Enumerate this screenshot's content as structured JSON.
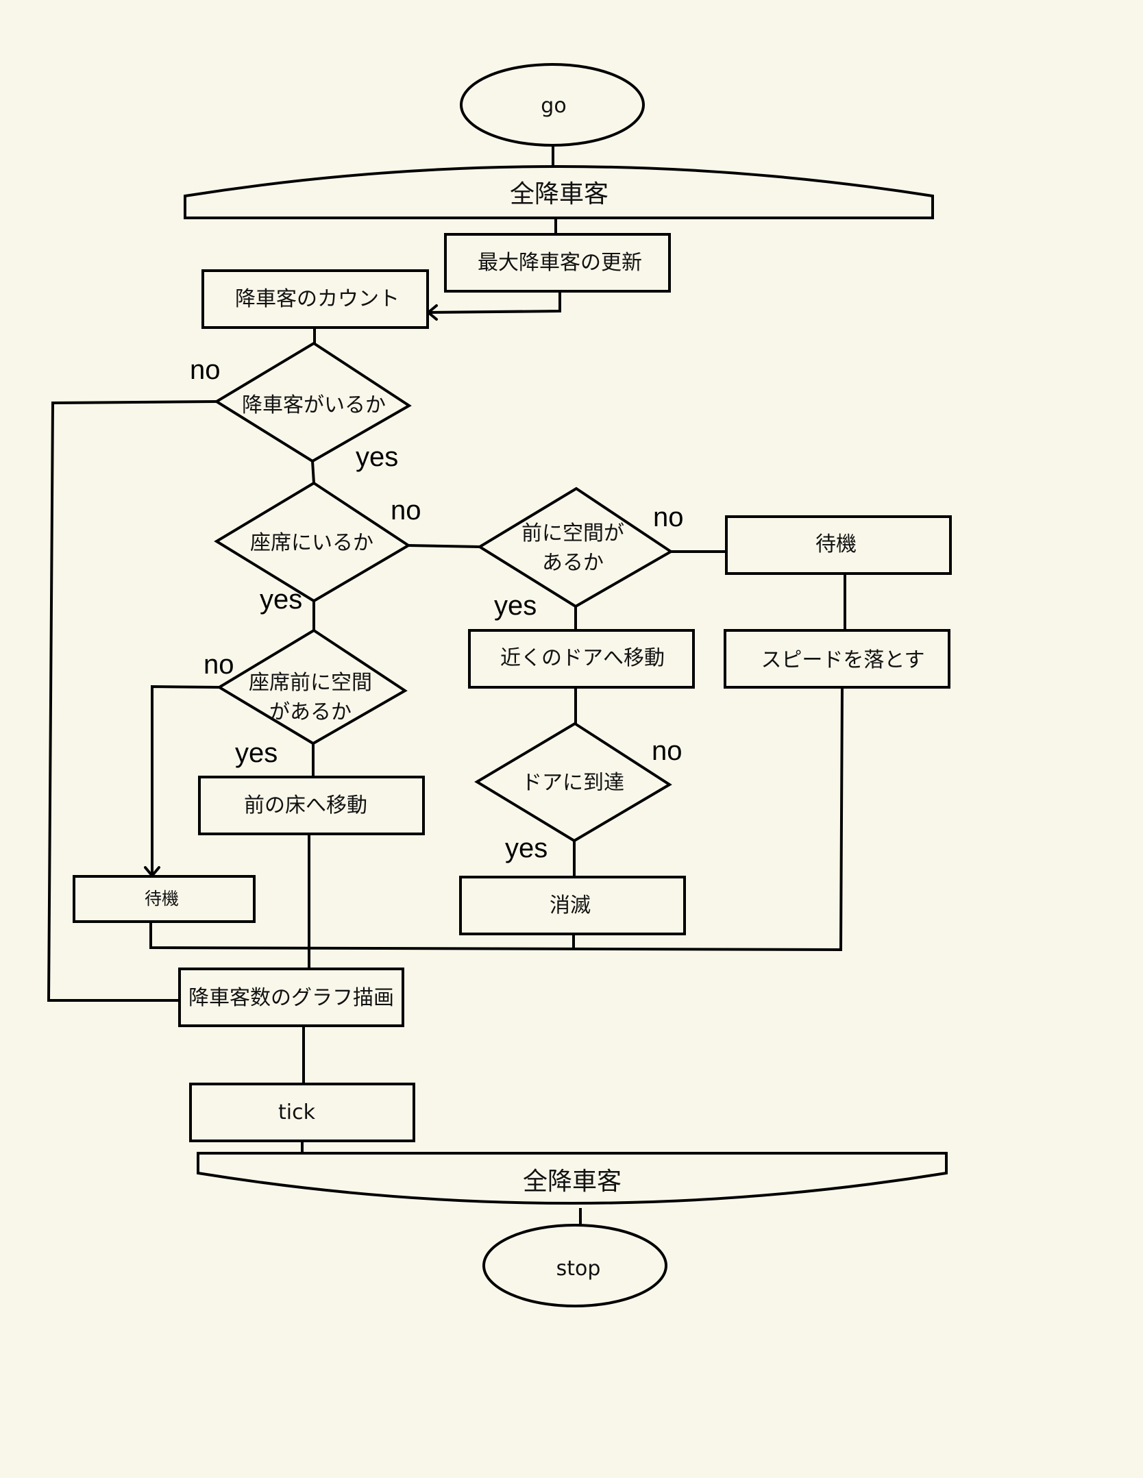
{
  "nodes": {
    "go": "go",
    "loop_start": "全降車客",
    "update_max": "最大降車客の更新",
    "count": "降車客のカウント",
    "has_passenger": "降車客がいるか",
    "in_seat": "座席にいるか",
    "space_ahead_line1": "前に空間が",
    "space_ahead_line2": "あるか",
    "wait_right": "待機",
    "seat_space_line1": "座席前に空間",
    "seat_space_line2": "があるか",
    "move_near_door": "近くのドアへ移動",
    "slow_down": "スピードを落とす",
    "move_front_floor": "前の床へ移動",
    "reached_door": "ドアに到達",
    "wait_left": "待機",
    "vanish": "消滅",
    "draw_graph": "降車客数のグラフ描画",
    "tick": "tick",
    "loop_end": "全降車客",
    "stop": "stop"
  },
  "labels": {
    "has_passenger_no": "no",
    "has_passenger_yes": "yes",
    "in_seat_no": "no",
    "in_seat_yes": "yes",
    "space_ahead_no": "no",
    "space_ahead_yes": "yes",
    "seat_space_no": "no",
    "seat_space_yes": "yes",
    "reached_door_no": "no",
    "reached_door_yes": "yes"
  }
}
